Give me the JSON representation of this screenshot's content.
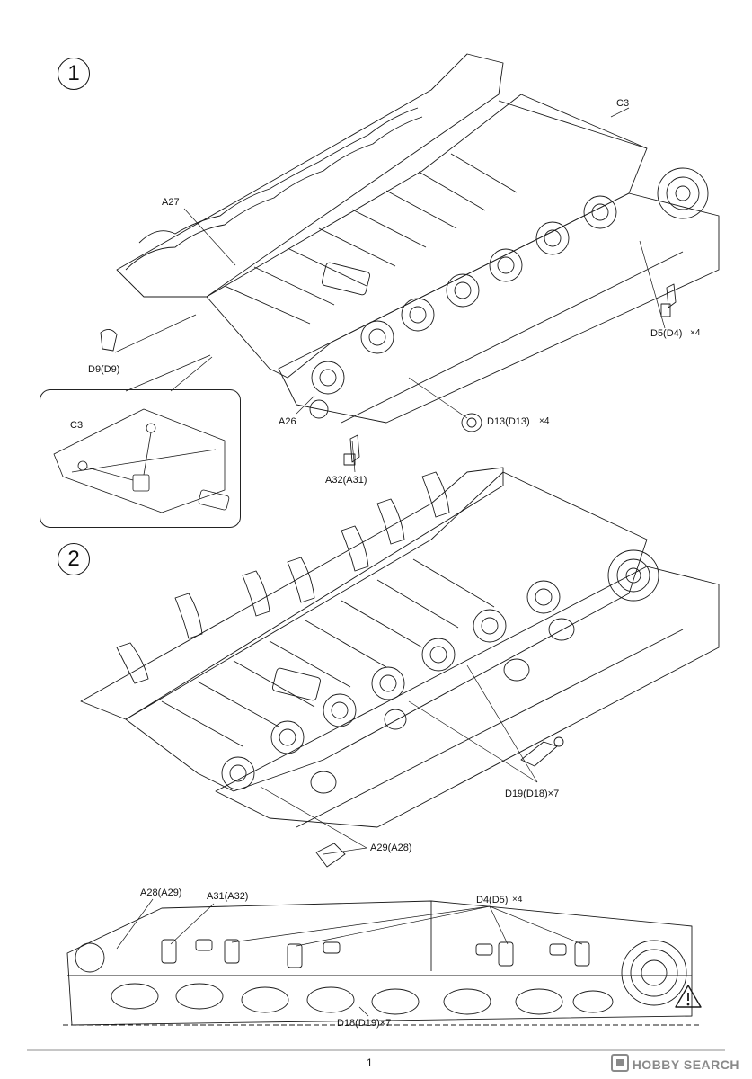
{
  "page": {
    "number": "1"
  },
  "watermark": {
    "text": "HOBBY SEARCH"
  },
  "steps": [
    {
      "number": "1"
    },
    {
      "number": "2"
    }
  ],
  "step1": {
    "labels": {
      "c3_top": "C3",
      "a27": "A27",
      "d9": "D9(D9)",
      "d5": "D5(D4)",
      "d5_qty": "×4",
      "a26": "A26",
      "d13": "D13(D13)",
      "d13_qty": "×4",
      "a32": "A32(A31)"
    },
    "inset": {
      "label": "C3"
    }
  },
  "step2": {
    "labels": {
      "d19": "D19(D18)×7",
      "a29": "A29(A28)"
    }
  },
  "side_view": {
    "labels": {
      "a28": "A28(A29)",
      "a31": "A31(A32)",
      "d4": "D4(D5)",
      "d4_qty": "×4",
      "d18": "D18(D19)×7"
    }
  },
  "colors": {
    "line": "#1a1a1a",
    "shade": "#9a9a9a",
    "watermark": "#8a8a8a"
  }
}
